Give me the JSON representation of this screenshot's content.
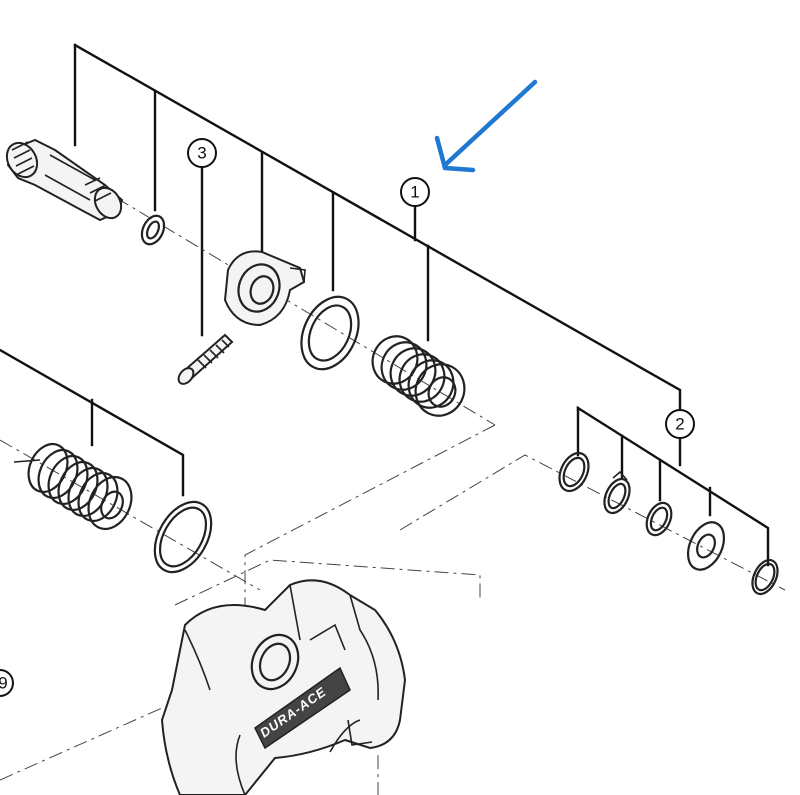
{
  "diagram": {
    "callouts": [
      "1",
      "2",
      "3"
    ],
    "partial_callout": "9",
    "brand_text": "DURA-ACE",
    "arrow_color": "#1f78d1",
    "line_color": "#111111"
  }
}
